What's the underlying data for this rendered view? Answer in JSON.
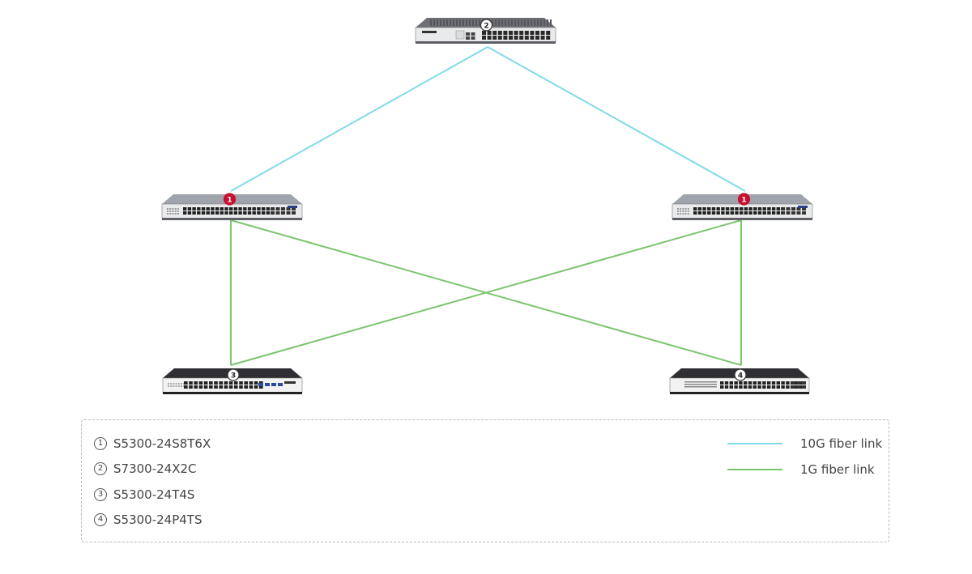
{
  "devices": [
    {
      "id": "core",
      "badge": "2",
      "badge_style": "white",
      "variant": "core"
    },
    {
      "id": "agg-left",
      "badge": "1",
      "badge_style": "red",
      "variant": "agg"
    },
    {
      "id": "agg-right",
      "badge": "1",
      "badge_style": "red",
      "variant": "agg"
    },
    {
      "id": "access-left",
      "badge": "3",
      "badge_style": "white",
      "variant": "access-a"
    },
    {
      "id": "access-right",
      "badge": "4",
      "badge_style": "white",
      "variant": "access-b"
    }
  ],
  "links": [
    {
      "from": "core",
      "to": "agg-left",
      "type": "10g"
    },
    {
      "from": "core",
      "to": "agg-right",
      "type": "10g"
    },
    {
      "from": "agg-left",
      "to": "access-left",
      "type": "1g"
    },
    {
      "from": "agg-left",
      "to": "access-right",
      "type": "1g"
    },
    {
      "from": "agg-right",
      "to": "access-left",
      "type": "1g"
    },
    {
      "from": "agg-right",
      "to": "access-right",
      "type": "1g"
    }
  ],
  "colors": {
    "link_10g": "#7fdbe8",
    "link_1g": "#7cc46f",
    "badge_red": "#c8102e"
  },
  "legend": {
    "models": [
      {
        "marker": "1",
        "label": "S5300-24S8T6X"
      },
      {
        "marker": "2",
        "label": "S7300-24X2C"
      },
      {
        "marker": "3",
        "label": "S5300-24T4S"
      },
      {
        "marker": "4",
        "label": "S5300-24P4TS"
      }
    ],
    "links": [
      {
        "type": "10g",
        "label": "10G fiber link"
      },
      {
        "type": "1g",
        "label": "1G fiber link"
      }
    ]
  }
}
